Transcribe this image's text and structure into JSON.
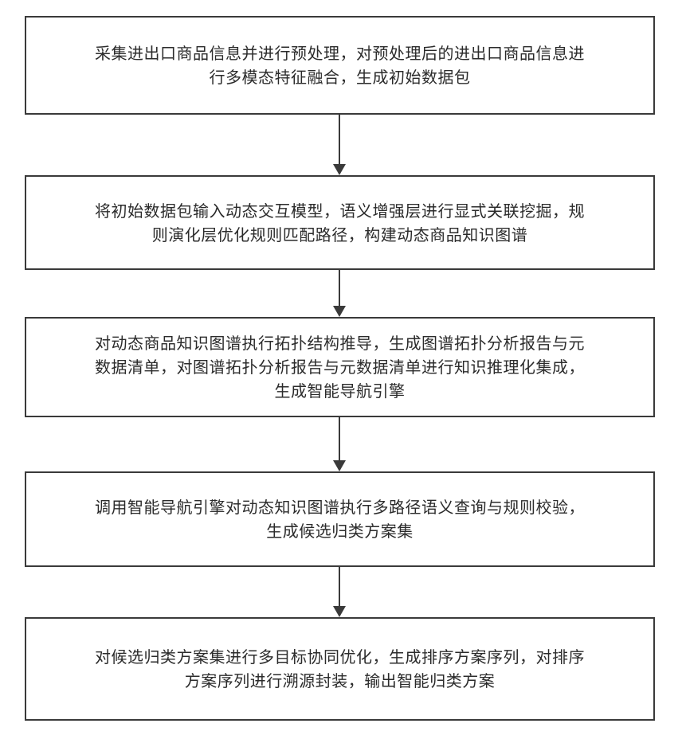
{
  "flowchart": {
    "steps": [
      {
        "line1": "采集进出口商品信息并进行预处理，对预处理后的进出口商品信息进",
        "line2": "行多模态特征融合，生成初始数据包",
        "line3": ""
      },
      {
        "line1": "将初始数据包输入动态交互模型，语义增强层进行显式关联挖掘，规",
        "line2": "则演化层优化规则匹配路径，构建动态商品知识图谱",
        "line3": ""
      },
      {
        "line1": "对动态商品知识图谱执行拓扑结构推导，生成图谱拓扑分析报告与元",
        "line2": "数据清单，对图谱拓扑分析报告与元数据清单进行知识推理化集成，",
        "line3": "生成智能导航引擎"
      },
      {
        "line1": "调用智能导航引擎对动态知识图谱执行多路径语义查询与规则校验，",
        "line2": "生成候选归类方案集",
        "line3": ""
      },
      {
        "line1": "对候选归类方案集进行多目标协同优化，生成排序方案序列，对排序",
        "line2": "方案序列进行溯源封装，输出智能归类方案",
        "line3": ""
      }
    ]
  }
}
